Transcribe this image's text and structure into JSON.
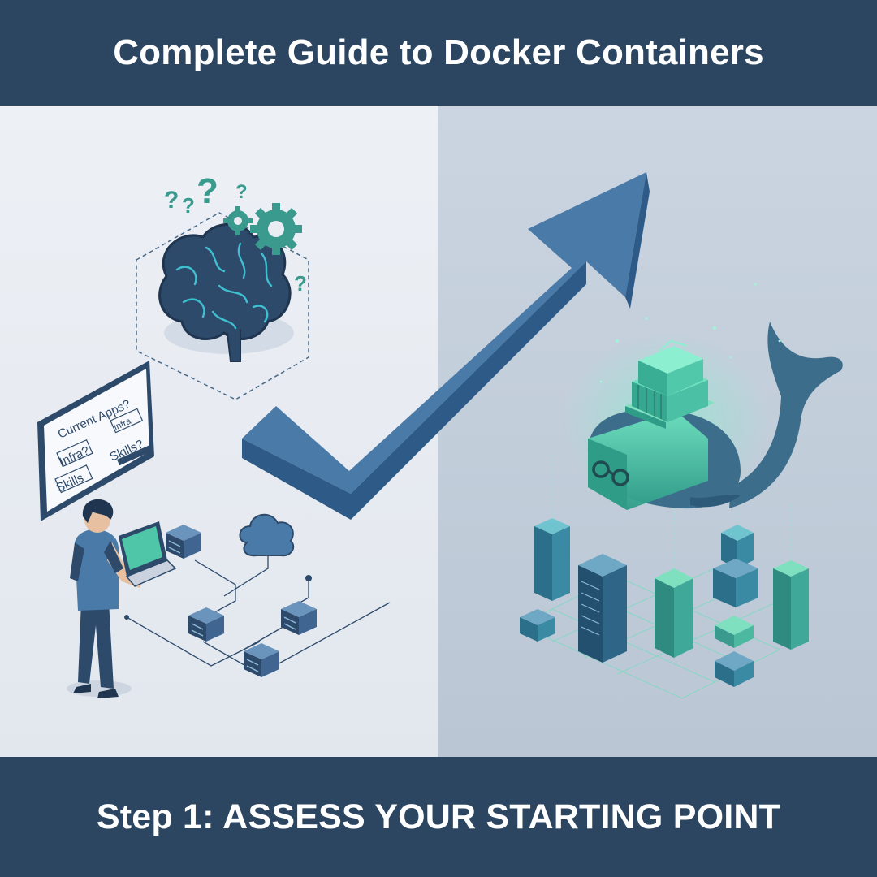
{
  "header": {
    "title": "Complete Guide to Docker Containers"
  },
  "footer": {
    "step_label": "Step 1: ASSESS YOUR STARTING POINT"
  },
  "whiteboard": {
    "line1": "Current Apps?",
    "line2": "Infra?",
    "line3": "Infra",
    "line4": "Skills?",
    "line5": "Skills"
  },
  "question_marks": [
    "?",
    "?",
    "?",
    "?",
    "?"
  ],
  "colors": {
    "navy": "#2c4662",
    "arrow": "#4a7aa8",
    "teal": "#3fbf9f",
    "left_panel": "#e9edf3",
    "right_panel": "#c4cfdc"
  }
}
